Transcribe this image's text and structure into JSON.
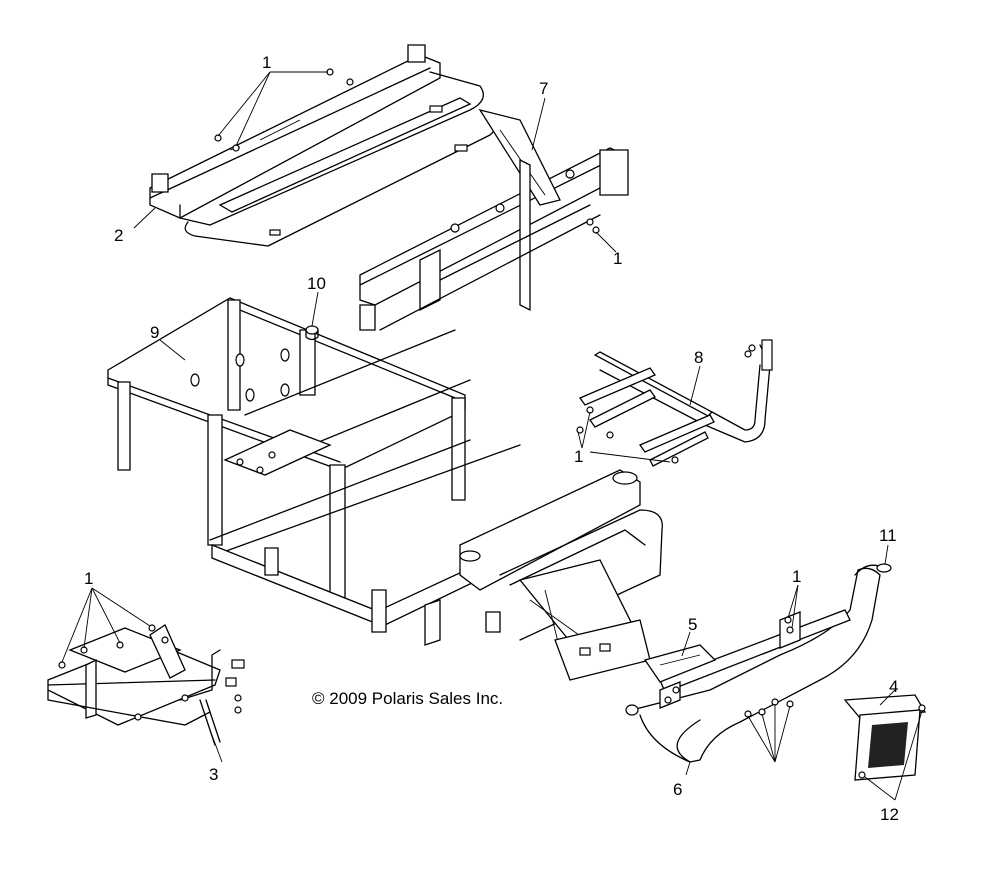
{
  "callouts": {
    "c1_top": "1",
    "c1_right_top": "1",
    "c1_mid": "1",
    "c1_left_bottom": "1",
    "c1_front": "1",
    "c2": "2",
    "c3": "3",
    "c4": "4",
    "c5": "5",
    "c6": "6",
    "c7": "7",
    "c8": "8",
    "c9": "9",
    "c10": "10",
    "c11": "11",
    "c12": "12"
  },
  "copyright": "© 2009 Polaris Sales Inc.",
  "colors": {
    "line": "#000000",
    "background": "#ffffff"
  }
}
